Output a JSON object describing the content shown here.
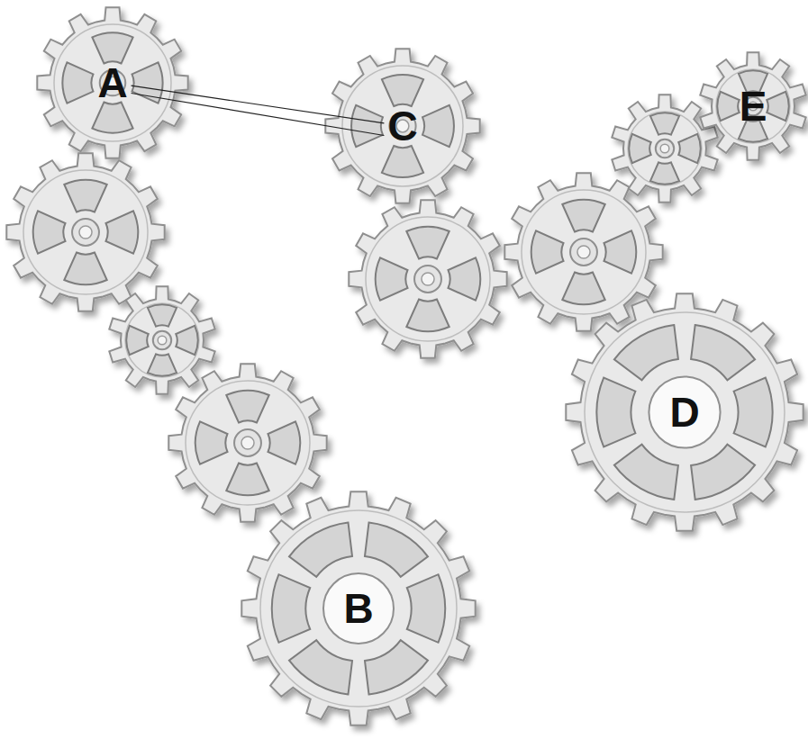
{
  "diagram": {
    "nodes": [
      {
        "text": [
          "A"
        ]
      },
      {
        "text": [
          "B"
        ]
      },
      {
        "text": [
          "C"
        ]
      },
      {
        "text": [
          "D"
        ]
      },
      {
        "text": [
          "E"
        ]
      }
    ],
    "edges": [
      {
        "from": 0,
        "to": 2,
        "arrow": "none"
      }
    ]
  }
}
